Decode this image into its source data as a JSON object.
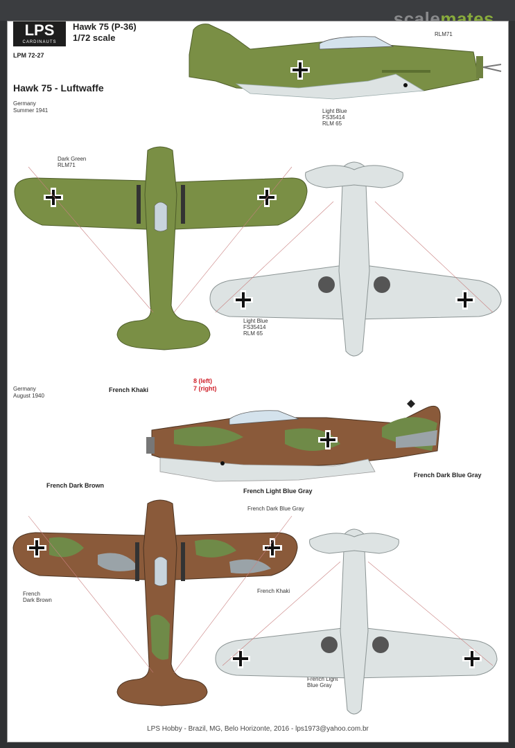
{
  "watermark": {
    "part1": "scale",
    "part2": "mates"
  },
  "header": {
    "logo": "LPS",
    "logo_sub": "CARDINAUTS",
    "code": "LPM 72-27",
    "title": "Hawk 75 (P-36)",
    "scale": "1/72 scale"
  },
  "section_title": "Hawk 75 - Luftwaffe",
  "scheme1": {
    "location": "Germany",
    "date": "Summer 1941",
    "label_dark_green": "RLM71",
    "label_light_blue_1": "Light Blue",
    "label_light_blue_2": "FS35414",
    "label_light_blue_3": "RLM 65",
    "label_plan_1": "Dark Green",
    "label_plan_2": "RLM71",
    "label_under_1": "Light Blue",
    "label_under_2": "FS35414",
    "label_under_3": "RLM 65"
  },
  "scheme2": {
    "location": "Germany",
    "date": "August 1940",
    "french_khaki": "French Khaki",
    "code_left": "8 (left)",
    "code_right": "7 (right)",
    "french_dark_brown": "French Dark Brown",
    "french_light_blue_gray": "French Light Blue Gray",
    "french_dark_blue_gray": "French Dark Blue Gray",
    "plan_dark_blue_gray": "French Dark Blue Gray",
    "plan_khaki": "French Khaki",
    "plan_brown_1": "French",
    "plan_brown_2": "Dark Brown",
    "under_blue_1": "French Light",
    "under_blue_2": "Blue Gray"
  },
  "colors": {
    "green": "#7a8f45",
    "green_dark": "#5c6f31",
    "light_blue": "#dde3e3",
    "brown": "#8a5a3a",
    "khaki": "#6f8a48",
    "blue_gray": "#9aa3a8"
  },
  "footer": "LPS Hobby - Brazil, MG, Belo Horizonte, 2016 - lps1973@yahoo.com.br"
}
